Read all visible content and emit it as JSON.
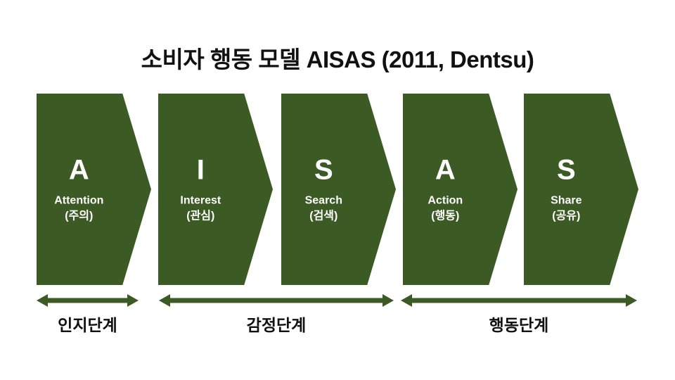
{
  "title": "소비자 행동 모델 AISAS (2011, Dentsu)",
  "colors": {
    "chevron_green": "#3C5A24",
    "arrow_green": "#3C5A24",
    "text_dark": "#111111",
    "chevron_text": "#FFFFFF",
    "background": "#FFFFFF"
  },
  "stages": [
    {
      "letter": "A",
      "english": "Attention",
      "korean": "(주의)"
    },
    {
      "letter": "I",
      "english": "Interest",
      "korean": "(관심)"
    },
    {
      "letter": "S",
      "english": "Search",
      "korean": "(검색)"
    },
    {
      "letter": "A",
      "english": "Action",
      "korean": "(행동)"
    },
    {
      "letter": "S",
      "english": "Share",
      "korean": "(공유)"
    }
  ],
  "phases": [
    {
      "label": "인지단계",
      "covers": "Attention"
    },
    {
      "label": "감정단계",
      "covers": "Interest, Search"
    },
    {
      "label": "행동단계",
      "covers": "Action, Share"
    }
  ]
}
